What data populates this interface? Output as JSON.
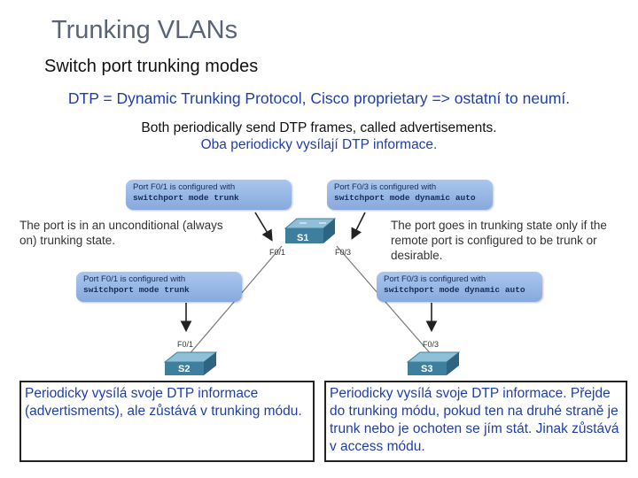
{
  "slide": {
    "title": "Trunking VLANs",
    "subtitle": "Switch port trunking modes",
    "dtp_line": "DTP = Dynamic Trunking Protocol, Cisco proprietary => ostatní to neumí.",
    "advert_en": "Both periodically send DTP frames, called advertisements.",
    "advert_cz": "Oba periodicky vysílají DTP informace."
  },
  "callouts": {
    "top_left": {
      "line1": "Port F0/1 is configured with",
      "line2": "switchport mode trunk"
    },
    "top_right": {
      "line1": "Port F0/3 is configured with",
      "line2": "switchport mode dynamic auto"
    },
    "bottom_left": {
      "line1": "Port F0/1 is configured with",
      "line2": "switchport mode trunk"
    },
    "bottom_right": {
      "line1": "Port F0/3 is configured with",
      "line2": "switchport mode dynamic auto"
    }
  },
  "notes": {
    "left": "The port is in an unconditional (always on) trunking state.",
    "right": "The port goes in trunking state only if the remote port is configured to be trunk or desirable."
  },
  "switches": {
    "s1": "S1",
    "s2": "S2",
    "s3": "S3"
  },
  "ports": {
    "s1_left": "F0/1",
    "s1_right": "F0/3",
    "s2": "F0/1",
    "s3": "F0/3"
  },
  "boxes": {
    "left": "Periodicky vysílá svoje DTP informace (advertisments), ale zůstává v trunking módu.",
    "right": "Periodicky vysílá svoje DTP informace. Přejde do trunking módu, pokud ten na druhé straně je trunk nebo je ochoten se jím stát. Jinak zůstává v access módu."
  },
  "colors": {
    "title": "#5a6478",
    "blue_text": "#1f3fa8",
    "callout": "#a9c6ee",
    "switch": "#3f7f9e"
  }
}
